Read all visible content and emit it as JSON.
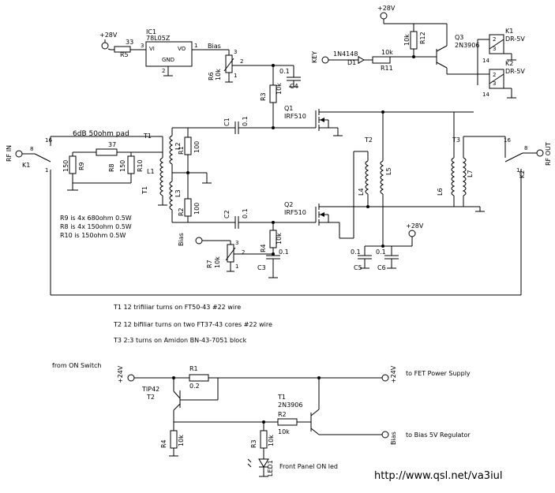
{
  "labels": {
    "v28_top_left": "+28V",
    "v28_top_right": "+28V",
    "v28_mid": "+28V",
    "r5_ref": "R5",
    "r5_val": "33",
    "ic1_ref": "IC1",
    "ic1_part": "78L05Z",
    "ic1_vi": "VI",
    "ic1_vo": "VO",
    "ic1_gnd": "GND",
    "ic1_pin3": "3",
    "ic1_pin1": "1",
    "ic1_pin2": "2",
    "bias_top": "Bias",
    "r6_ref": "R6",
    "r6_val": "10k",
    "r6_pin3": "3",
    "r6_pin2": "2",
    "r6_pin1": "1",
    "c4_ref": "C4",
    "c4_val": "0.1",
    "r3_ref": "R3",
    "r3_val": "10k",
    "r12_ref": "R12",
    "r12_val": "10k",
    "r11_ref": "R11",
    "r11_val": "10k",
    "d1_ref": "D1",
    "d1_part": "1N4148",
    "key": "KEY",
    "q3_ref": "Q3",
    "q3_part": "2N3906",
    "k1_relay_ref": "K1",
    "k1_relay_part": "DR-5V",
    "k2_relay_ref": "K2",
    "k2_relay_part": "DR-5V",
    "relay_pin2a": "2",
    "relay_pin3a": "3",
    "relay_pin2b": "2",
    "relay_pin3b": "3",
    "relay_pin14a": "14",
    "relay_pin14b": "14",
    "rf_in": "RF IN",
    "rf_out": "RF OUT",
    "k1_sw": "K1",
    "k2_sw": "K2",
    "k1_pin8": "8",
    "k1_pin16": "16",
    "k1_pin1": "1",
    "k2_pin8": "8",
    "k2_pin16": "16",
    "k2_pin1": "1",
    "pad_title": "6dB 50ohm pad",
    "r8_ref": "R8",
    "r8_val": "37",
    "r9_ref": "R9",
    "r9_val": "150",
    "r10_ref": "R10",
    "r10_val": "150",
    "r8b_val": "150",
    "t1_ref_top": "T1",
    "t1_ref_side": "T1",
    "l1_ref": "L1",
    "l2_ref": "L2",
    "l3_ref": "L3",
    "r1_ref": "R1",
    "r1_val": "100",
    "r2_ref": "R2",
    "r2_val": "100",
    "c1_ref": "C1",
    "c1_val": "0.1",
    "c2_ref": "C2",
    "c2_val": "0.1",
    "q1_ref": "Q1",
    "q1_part": "IRF510",
    "q2_ref": "Q2",
    "q2_part": "IRF510",
    "t2_ref": "T2",
    "t3_ref": "T3",
    "l4_ref": "L4",
    "l5_ref": "L5",
    "l6_ref": "L6",
    "l7_ref": "L7",
    "bias_mid": "Bias",
    "r7_ref": "R7",
    "r7_val": "10k",
    "r7_pin3": "3",
    "r7_pin2": "2",
    "r7_pin1": "1",
    "r4_ref_amp": "R4",
    "r4_val_amp": "10k",
    "c3_ref": "C3",
    "c3_val": "0.1",
    "c5_ref": "C5",
    "c5_val": "0.1",
    "c6_ref": "C6",
    "c6_val": "0.1",
    "note_r9": "R9 is 4x 680ohm 0.5W",
    "note_r8": "R8 is 4x 150ohm 0.5W",
    "note_r10": "R10 is 150ohm 0.5W",
    "note_t1": "T1 12 trifiliar turns on FT50-43 #22 wire",
    "note_t2": "T2 12 bifiliar turns on two FT37-43 cores #22 wire",
    "note_t3": "T3 2:3 turns on Amidon BN-43-7051 block",
    "from_on_switch": "from ON Switch",
    "v24_in": "+24V",
    "v24_out": "+24V",
    "to_fet_supply": "to FET Power Supply",
    "to_bias_reg": "to Bias 5V Regulator",
    "bias_bottom": "Bias",
    "r1b_ref": "R1",
    "r1b_val": "0.2",
    "tip42_part": "TIP42",
    "t2b_ref": "T2",
    "t1b_ref": "T1",
    "t1b_part": "2N3906",
    "r2b_ref": "R2",
    "r2b_val": "10k",
    "r3b_ref": "R3",
    "r3b_val": "10k",
    "r4b_ref": "R4",
    "r4b_val": "10k",
    "led_ref": "LED1",
    "led_label": "Front Panel ON led",
    "url": "http://www.qsl.net/va3iul"
  }
}
